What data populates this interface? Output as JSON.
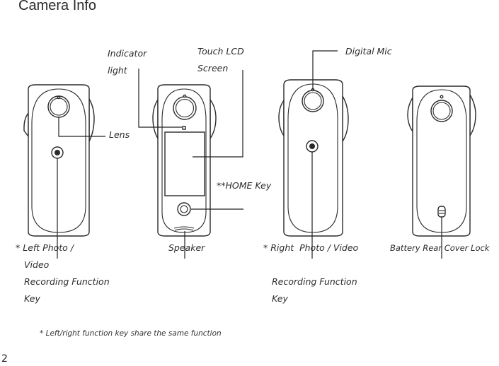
{
  "title": "Camera Info",
  "labels": {
    "indicator_light": [
      "Indicator",
      "light"
    ],
    "touch_lcd_screen": [
      "Touch LCD",
      "Screen"
    ],
    "digital_mic": "Digital Mic",
    "lens": "Lens",
    "home_key": "**HOME Key",
    "left_key": [
      "* Left Photo /",
      "Video",
      "Recording Function",
      "Key"
    ],
    "speaker": "Speaker",
    "right_key": [
      "* Right  Photo / Video",
      "",
      "Recording Function",
      "Key"
    ],
    "battery_lock": "Battery Rear Cover Lock"
  },
  "footnote": "* Left/right function key share the same function",
  "page_number": "2",
  "views": [
    "left-side",
    "front",
    "right-side",
    "back"
  ]
}
